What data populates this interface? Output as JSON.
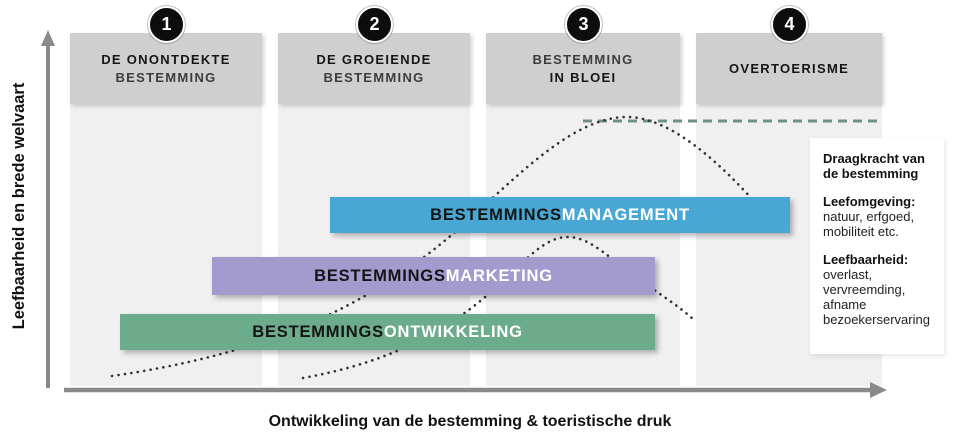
{
  "diagram": {
    "y_axis_label": "Leefbaarheid en brede welvaart",
    "x_axis_label": "Ontwikkeling van de bestemming & toeristische druk"
  },
  "stages": [
    {
      "number": "1",
      "title_line1": "DE ONONTDEKTE",
      "title_line2": "BESTEMMING"
    },
    {
      "number": "2",
      "title_line1": "DE GROEIENDE",
      "title_line2": "BESTEMMING"
    },
    {
      "number": "3",
      "title_line1": "BESTEMMING",
      "title_line2": "IN BLOEI"
    },
    {
      "number": "4",
      "title_line1": "OVERTOERISME",
      "title_line2": ""
    }
  ],
  "bars": [
    {
      "name": "bestemmingsmanagement",
      "prefix": "BESTEMMINGS",
      "suffix": "MANAGEMENT",
      "color": "#49a8d3"
    },
    {
      "name": "bestemmingsmarketing",
      "prefix": "BESTEMMINGS",
      "suffix": "MARKETING",
      "color": "#a39bce"
    },
    {
      "name": "bestemmingsontwikkeling",
      "prefix": "BESTEMMINGS",
      "suffix": "ONTWIKKELING",
      "color": "#6cac8c"
    }
  ],
  "legend": {
    "title_lines": [
      "Draagkracht van",
      "de bestemming"
    ],
    "blocks": [
      {
        "heading": "Leefomgeving:",
        "lines": [
          "natuur, erfgoed,",
          "mobiliteit etc."
        ]
      },
      {
        "heading": "Leefbaarheid:",
        "lines": [
          "overlast,",
          "vervreemding,",
          "afname",
          "bezoekerservaring"
        ]
      }
    ]
  },
  "colors": {
    "bar_management": "#49a8d3",
    "bar_marketing": "#a39bce",
    "bar_ontwikkeling": "#6cac8c",
    "capacity_dashed_line": "#6f9184",
    "stage_header_bg": "#cfcfcf",
    "stage_band_bg": "#f0f0f0",
    "axis_gray": "#8a8a8a",
    "curve_dots": "#333333"
  }
}
